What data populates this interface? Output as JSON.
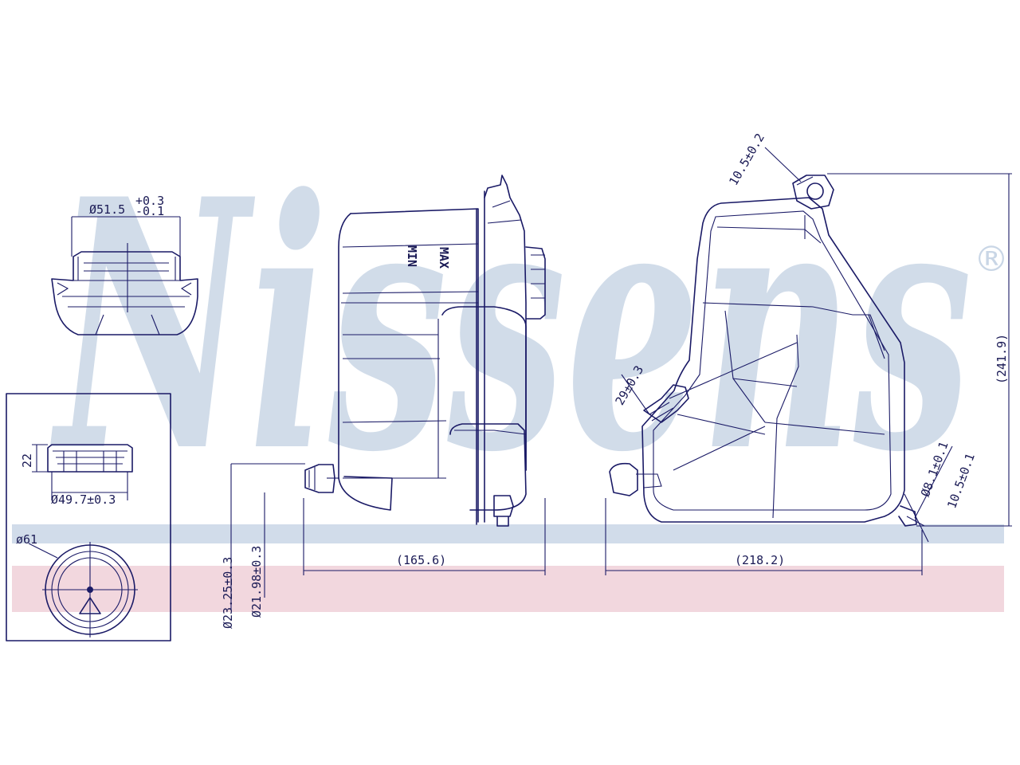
{
  "brand": {
    "watermark_text": "Nissens",
    "registered_mark": "®",
    "colors": {
      "watermark_blue": "#c9d6e6",
      "watermark_red": "#f0d0d8",
      "line": "#1a1a66",
      "text": "#1a1a55"
    }
  },
  "cap_detail": {
    "dim_top": "Ø51.5",
    "dim_top_tol_plus": "+0.3",
    "dim_top_tol_minus": "-0.1"
  },
  "inset": {
    "height": "22",
    "diameter_small": "Ø49.7±0.3",
    "diameter_outer": "ø61"
  },
  "side_view": {
    "label_max": "MAX",
    "label_min": "MIN",
    "width_dim": "(165.6)",
    "dim_outlet_outer": "Ø23.25±0.3",
    "dim_outlet_inner": "Ø21.98±0.3"
  },
  "front_view": {
    "dim_top_hose": "10.5±0.2",
    "dim_height": "(241.9)",
    "dim_mid_hose": "29±0.3",
    "dim_bottom_1": "Ø8.1±0.1",
    "dim_bottom_2": "10.5±0.1",
    "width_dim": "(218.2)"
  }
}
